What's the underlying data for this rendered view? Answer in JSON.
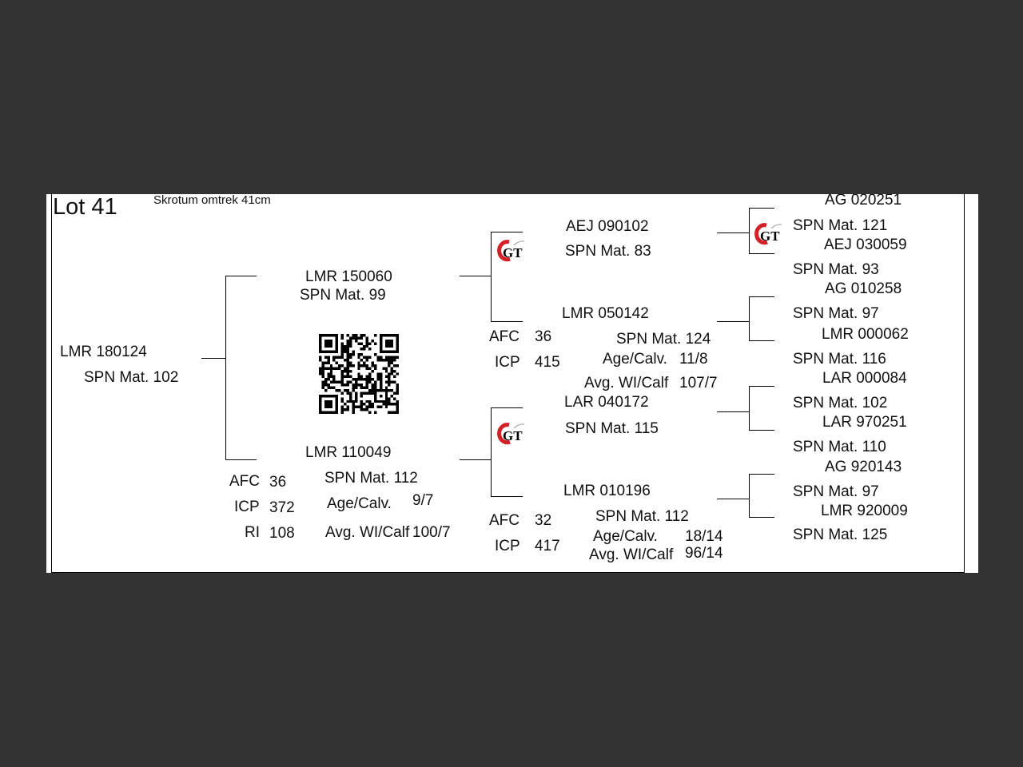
{
  "header": {
    "lot": "Lot 41",
    "note": "Skrotum omtrek 41cm"
  },
  "animal": {
    "id": "LMR 180124",
    "mat": "SPN Mat. 102"
  },
  "sire": {
    "id": "LMR 150060",
    "mat": "SPN Mat. 99"
  },
  "dam": {
    "id": "LMR 110049",
    "mat": "SPN Mat. 112",
    "afc_label": "AFC",
    "afc": "36",
    "icp_label": "ICP",
    "icp": "372",
    "ri_label": "RI",
    "ri": "108",
    "age_label": "Age/Calv.",
    "age": "9/7",
    "wi_label": "Avg. WI/Calf",
    "wi": "100/7"
  },
  "sire_sire": {
    "id": "AEJ 090102",
    "mat": "SPN Mat. 83"
  },
  "sire_dam": {
    "id": "LMR 050142",
    "mat": "SPN Mat. 124",
    "afc_label": "AFC",
    "afc": "36",
    "icp_label": "ICP",
    "icp": "415",
    "age_label": "Age/Calv.",
    "age": "11/8",
    "wi_label": "Avg. WI/Calf",
    "wi": "107/7"
  },
  "dam_sire": {
    "id": "LAR 040172",
    "mat": "SPN Mat. 115"
  },
  "dam_dam": {
    "id": "LMR 010196",
    "mat": "SPN Mat. 112",
    "afc_label": "AFC",
    "afc": "32",
    "icp_label": "ICP",
    "icp": "417",
    "age_label": "Age/Calv.",
    "age": "18/14",
    "wi_label": "Avg. WI/Calf",
    "wi": "96/14"
  },
  "gen3": [
    {
      "id": "AG  020251",
      "mat": "SPN Mat. 121"
    },
    {
      "id": "AEJ 030059",
      "mat": "SPN Mat. 93"
    },
    {
      "id": "AG  010258",
      "mat": "SPN Mat. 97"
    },
    {
      "id": "LMR 000062",
      "mat": "SPN Mat. 116"
    },
    {
      "id": "LAR 000084",
      "mat": "SPN Mat. 102"
    },
    {
      "id": "LAR 970251",
      "mat": "SPN Mat. 110"
    },
    {
      "id": "AG  920143",
      "mat": "SPN Mat. 97"
    },
    {
      "id": "LMR 920009",
      "mat": "SPN Mat. 125"
    }
  ],
  "logo": {
    "letters": "GT",
    "brand_color": "#d42027"
  },
  "qr": {
    "icon": "qr-code-icon"
  }
}
